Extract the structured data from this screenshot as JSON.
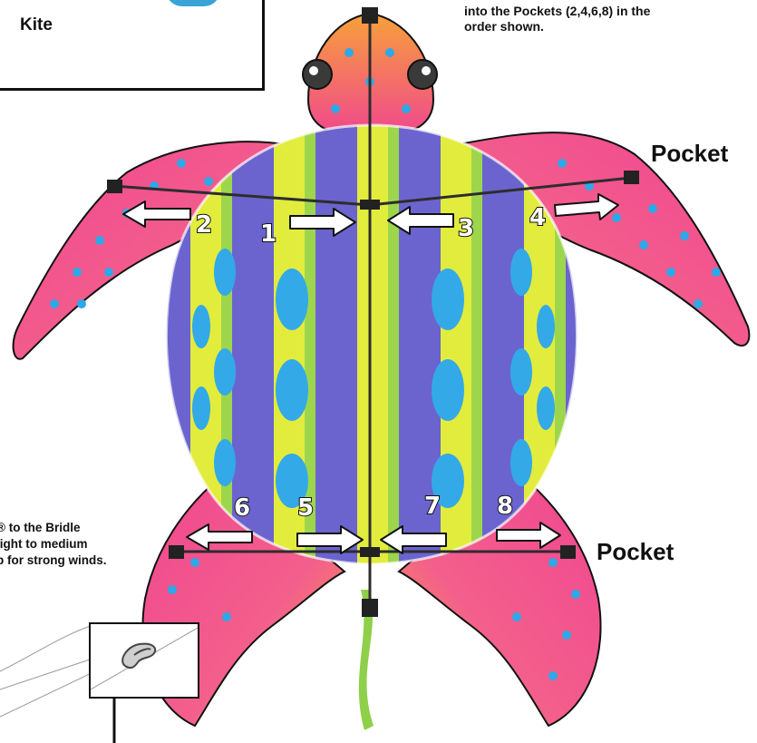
{
  "inset": {
    "label": "Kite"
  },
  "instructions": {
    "lines": [
      "into the Pockets (2,4,6,8) in the",
      "order shown."
    ]
  },
  "bridle_note": {
    "lines": [
      "® to the Bridle",
      "light to medium",
      "p for strong winds."
    ]
  },
  "pockets": {
    "top_label": "Pocket",
    "bottom_label": "Pocket"
  },
  "steps": {
    "s1": "1",
    "s2": "2",
    "s3": "3",
    "s4": "4",
    "s5": "5",
    "s6": "6",
    "s7": "7",
    "s8": "8"
  },
  "colors": {
    "shell_purple": "#6a63c9",
    "shell_yellow": "#e3ee3c",
    "shell_green": "#9ad84a",
    "flipper_pink": "#f15b9a",
    "flipper_orange": "#f6a43a",
    "spot_blue": "#2ea8e6",
    "spar": "#2d2d2d"
  }
}
